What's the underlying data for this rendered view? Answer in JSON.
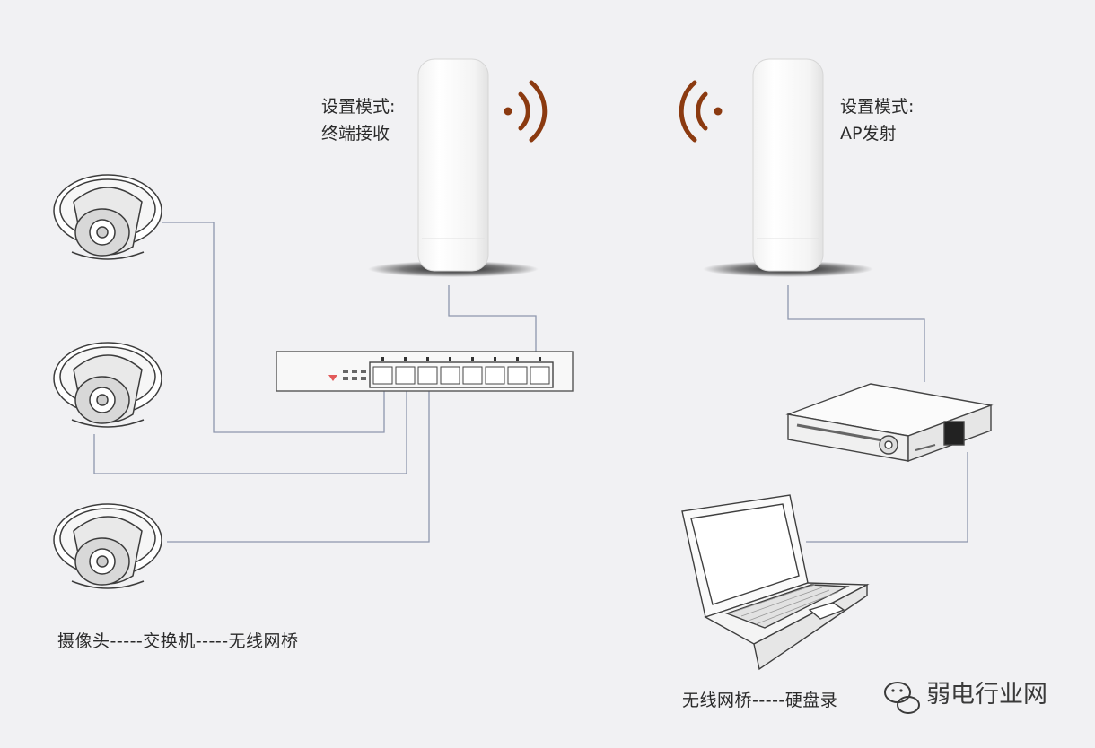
{
  "labels": {
    "left_bridge_line1": "设置模式:",
    "left_bridge_line2": "终端接收",
    "right_bridge_line1": "设置模式:",
    "right_bridge_line2": "AP发射",
    "caption_left": "摄像头-----交换机-----无线网桥",
    "caption_right": "无线网桥-----硬盘录",
    "watermark": "弱电行业网"
  },
  "colors": {
    "background": "#f1f1f3",
    "cable": "#8e97ad",
    "signal": "#8b3a10",
    "device_outline": "#555555"
  },
  "icons": {
    "wifi_left": "wifi-signal-icon",
    "wifi_right": "wifi-signal-icon",
    "watermark": "wechat-logo-icon"
  }
}
